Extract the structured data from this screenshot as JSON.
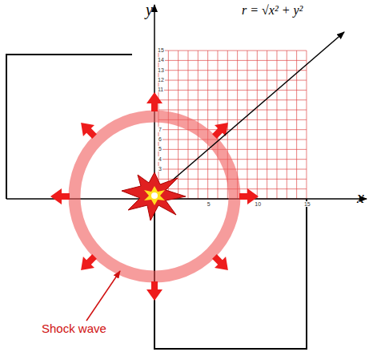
{
  "diagram": {
    "labels": [
      "y",
      "x",
      "r = √x² + y²",
      "Shock wave",
      "15",
      "14",
      "13",
      "12",
      "11",
      "7",
      "6",
      "5",
      "4",
      "3",
      "5",
      "10",
      "15"
    ]
  }
}
